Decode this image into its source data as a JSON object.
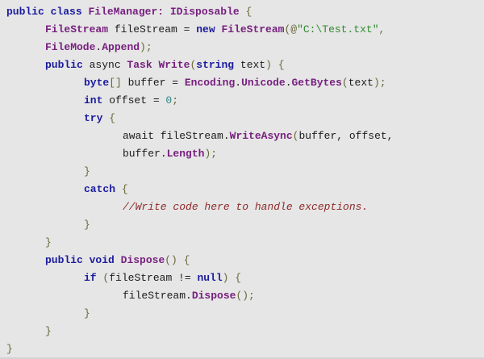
{
  "colors": {
    "background": "#e6e6e6",
    "keyword": "#1b1b9e",
    "type": "#77207f",
    "string": "#2f8b2f",
    "number": "#2d8484",
    "comment": "#8f2a2a",
    "plain": "#1b1b1b",
    "punct": "#68683a"
  },
  "code": {
    "language": "csharp",
    "lines": [
      {
        "indent": 0,
        "tokens": [
          {
            "text": "public class",
            "style": "keyword"
          },
          {
            "text": " ",
            "style": "plain"
          },
          {
            "text": "FileManager: IDisposable",
            "style": "type"
          },
          {
            "text": " ",
            "style": "plain"
          },
          {
            "text": "{",
            "style": "punct"
          }
        ]
      },
      {
        "indent": 1,
        "tokens": [
          {
            "text": "FileStream",
            "style": "type"
          },
          {
            "text": " fileStream = ",
            "style": "plain"
          },
          {
            "text": "new",
            "style": "keyword"
          },
          {
            "text": " ",
            "style": "plain"
          },
          {
            "text": "FileStream",
            "style": "type"
          },
          {
            "text": "(@",
            "style": "punct"
          },
          {
            "text": "\"C:\\Test.txt\"",
            "style": "string"
          },
          {
            "text": ",",
            "style": "punct"
          }
        ]
      },
      {
        "indent": 1,
        "tokens": [
          {
            "text": "FileMode",
            "style": "type"
          },
          {
            "text": ".",
            "style": "plain"
          },
          {
            "text": "Append",
            "style": "type"
          },
          {
            "text": ");",
            "style": "punct"
          }
        ]
      },
      {
        "indent": 1,
        "tokens": [
          {
            "text": "public",
            "style": "keyword"
          },
          {
            "text": " async ",
            "style": "plain"
          },
          {
            "text": "Task",
            "style": "type"
          },
          {
            "text": " ",
            "style": "plain"
          },
          {
            "text": "Write",
            "style": "type"
          },
          {
            "text": "(",
            "style": "punct"
          },
          {
            "text": "string",
            "style": "keyword"
          },
          {
            "text": " text",
            "style": "plain"
          },
          {
            "text": ") {",
            "style": "punct"
          }
        ]
      },
      {
        "indent": 2,
        "tokens": [
          {
            "text": "byte",
            "style": "keyword"
          },
          {
            "text": "[]",
            "style": "punct"
          },
          {
            "text": " buffer = ",
            "style": "plain"
          },
          {
            "text": "Encoding",
            "style": "type"
          },
          {
            "text": ".",
            "style": "plain"
          },
          {
            "text": "Unicode",
            "style": "type"
          },
          {
            "text": ".",
            "style": "plain"
          },
          {
            "text": "GetBytes",
            "style": "type"
          },
          {
            "text": "(",
            "style": "punct"
          },
          {
            "text": "text",
            "style": "plain"
          },
          {
            "text": ");",
            "style": "punct"
          }
        ]
      },
      {
        "indent": 2,
        "tokens": [
          {
            "text": "int",
            "style": "keyword"
          },
          {
            "text": " offset = ",
            "style": "plain"
          },
          {
            "text": "0",
            "style": "number"
          },
          {
            "text": ";",
            "style": "punct"
          }
        ]
      },
      {
        "indent": 2,
        "tokens": [
          {
            "text": "try",
            "style": "keyword"
          },
          {
            "text": " ",
            "style": "plain"
          },
          {
            "text": "{",
            "style": "punct"
          }
        ]
      },
      {
        "indent": 3,
        "tokens": [
          {
            "text": "await fileStream",
            "style": "plain"
          },
          {
            "text": ".",
            "style": "plain"
          },
          {
            "text": "WriteAsync",
            "style": "type"
          },
          {
            "text": "(",
            "style": "punct"
          },
          {
            "text": "buffer, offset,",
            "style": "plain"
          }
        ]
      },
      {
        "indent": 3,
        "tokens": [
          {
            "text": "buffer",
            "style": "plain"
          },
          {
            "text": ".",
            "style": "plain"
          },
          {
            "text": "Length",
            "style": "type"
          },
          {
            "text": ");",
            "style": "punct"
          }
        ]
      },
      {
        "indent": 2,
        "tokens": [
          {
            "text": "}",
            "style": "punct"
          }
        ]
      },
      {
        "indent": 2,
        "tokens": [
          {
            "text": "catch",
            "style": "keyword"
          },
          {
            "text": " ",
            "style": "plain"
          },
          {
            "text": "{",
            "style": "punct"
          }
        ]
      },
      {
        "indent": 3,
        "tokens": [
          {
            "text": "//Write code here to handle exceptions.",
            "style": "comment"
          }
        ]
      },
      {
        "indent": 2,
        "tokens": [
          {
            "text": "}",
            "style": "punct"
          }
        ]
      },
      {
        "indent": 1,
        "tokens": [
          {
            "text": "}",
            "style": "punct"
          }
        ]
      },
      {
        "indent": 1,
        "tokens": [
          {
            "text": "public void",
            "style": "keyword"
          },
          {
            "text": " ",
            "style": "plain"
          },
          {
            "text": "Dispose",
            "style": "type"
          },
          {
            "text": "() {",
            "style": "punct"
          }
        ]
      },
      {
        "indent": 2,
        "tokens": [
          {
            "text": "if",
            "style": "keyword"
          },
          {
            "text": " ",
            "style": "plain"
          },
          {
            "text": "(",
            "style": "punct"
          },
          {
            "text": "fileStream != ",
            "style": "plain"
          },
          {
            "text": "null",
            "style": "keyword"
          },
          {
            "text": ") {",
            "style": "punct"
          }
        ]
      },
      {
        "indent": 3,
        "tokens": [
          {
            "text": "fileStream",
            "style": "plain"
          },
          {
            "text": ".",
            "style": "plain"
          },
          {
            "text": "Dispose",
            "style": "type"
          },
          {
            "text": "();",
            "style": "punct"
          }
        ]
      },
      {
        "indent": 2,
        "tokens": [
          {
            "text": "}",
            "style": "punct"
          }
        ]
      },
      {
        "indent": 1,
        "tokens": [
          {
            "text": "}",
            "style": "punct"
          }
        ]
      },
      {
        "indent": 0,
        "tokens": [
          {
            "text": "}",
            "style": "punct"
          }
        ]
      }
    ]
  }
}
